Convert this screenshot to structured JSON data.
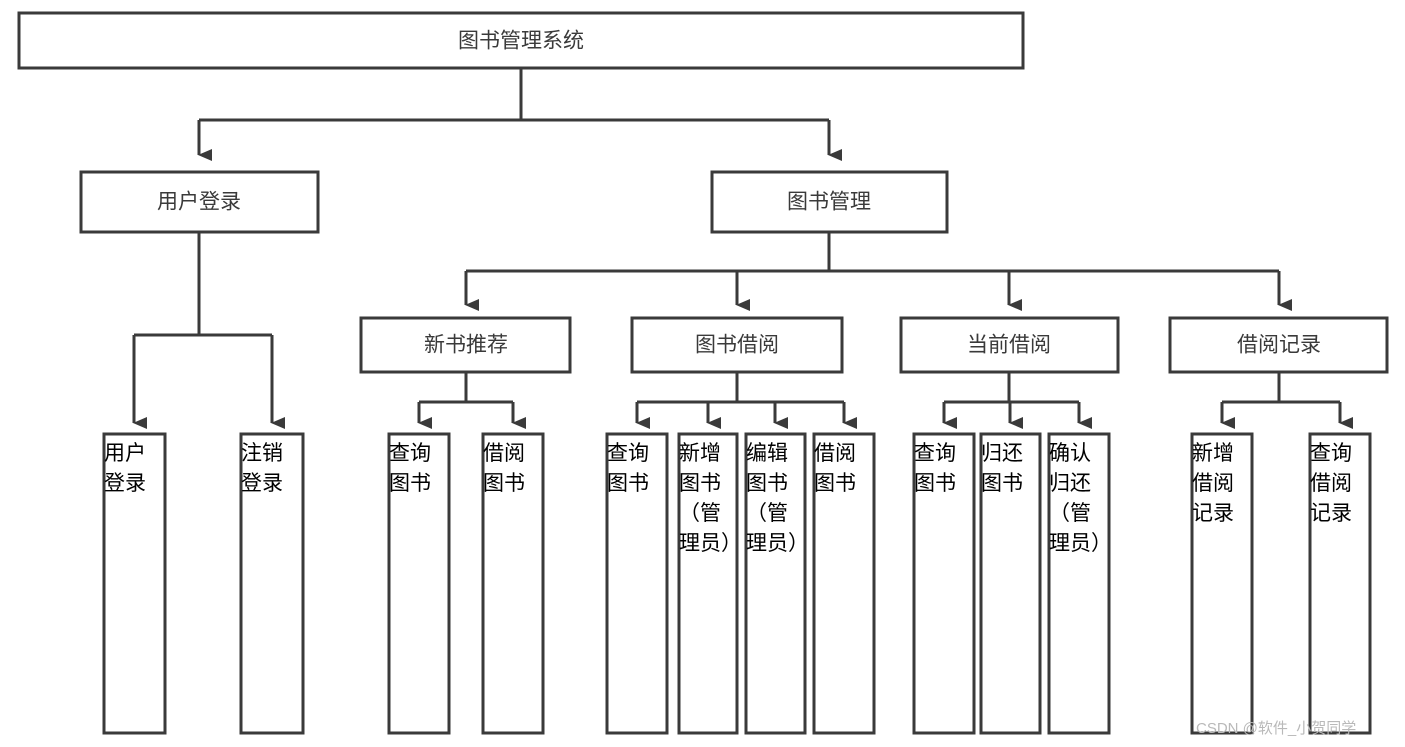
{
  "diagram": {
    "type": "tree-hierarchy-functional-decomposition",
    "title": "图书管理系统",
    "orientation": "top-down",
    "colors": {
      "stroke": "#3a3a3a",
      "fill": "#ffffff",
      "background": "#ffffff",
      "watermark": "#b9b9b9"
    },
    "levels": {
      "root": {
        "label": "图书管理系统"
      },
      "level1": [
        {
          "label": "用户登录"
        },
        {
          "label": "图书管理"
        }
      ],
      "level2": [
        {
          "label": "新书推荐"
        },
        {
          "label": "图书借阅"
        },
        {
          "label": "当前借阅"
        },
        {
          "label": "借阅记录"
        }
      ],
      "leaves": [
        {
          "label": "用户登录",
          "parent": "用户登录"
        },
        {
          "label": "注销登录",
          "parent": "用户登录"
        },
        {
          "label": "查询图书",
          "parent": "新书推荐"
        },
        {
          "label": "借阅图书",
          "parent": "新书推荐"
        },
        {
          "label": "查询图书",
          "parent": "图书借阅"
        },
        {
          "label": "新增图书（管理员）",
          "parent": "图书借阅"
        },
        {
          "label": "编辑图书（管理员）",
          "parent": "图书借阅"
        },
        {
          "label": "借阅图书",
          "parent": "图书借阅"
        },
        {
          "label": "查询图书",
          "parent": "当前借阅"
        },
        {
          "label": "归还图书",
          "parent": "当前借阅"
        },
        {
          "label": "确认归还（管理员）",
          "parent": "当前借阅"
        },
        {
          "label": "新增借阅记录",
          "parent": "借阅记录"
        },
        {
          "label": "查询借阅记录",
          "parent": "借阅记录"
        }
      ]
    }
  },
  "watermark": {
    "text": "CSDN @软件_小贺同学"
  }
}
